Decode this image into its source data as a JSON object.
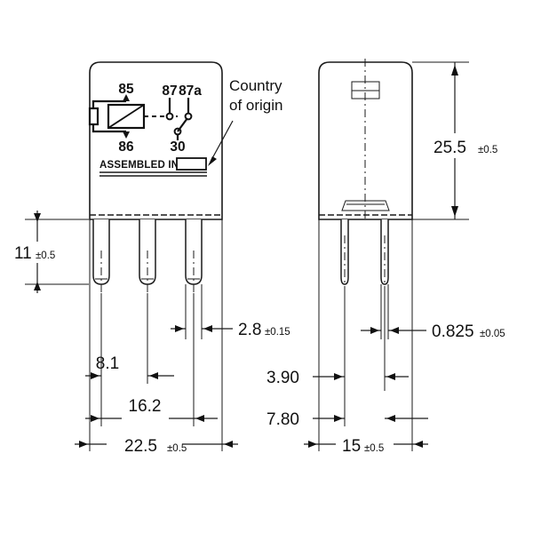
{
  "drawing": {
    "title": "Automotive micro relay outline dimension drawing",
    "background_color": "#ffffff",
    "line_color": "#1a1a1a",
    "units_note": "mm"
  },
  "annotations": {
    "country_of_origin_line1": "Country",
    "country_of_origin_line2": "of origin",
    "assembled_in": "ASSEMBLED IN"
  },
  "schematic": {
    "terminals": {
      "coil_top": "85",
      "coil_bottom": "86",
      "no_contact": "87",
      "nc_contact": "87a",
      "common": "30"
    }
  },
  "dimensions": {
    "front_view": {
      "pin_length": {
        "value": "11",
        "tolerance": "±0.5"
      },
      "pin_width": {
        "value": "2.8",
        "tolerance": "±0.15"
      },
      "pitch_inner": {
        "value": "8.1",
        "tolerance": ""
      },
      "pitch_outer": {
        "value": "16.2",
        "tolerance": ""
      },
      "body_width": {
        "value": "22.5",
        "tolerance": "±0.5"
      }
    },
    "side_view": {
      "body_height": {
        "value": "25.5",
        "tolerance": "±0.5"
      },
      "pin_thickness": {
        "value": "0.825",
        "tolerance": "±0.05"
      },
      "offset_near": {
        "value": "3.90",
        "tolerance": ""
      },
      "offset_far": {
        "value": "7.80",
        "tolerance": ""
      },
      "body_depth": {
        "value": "15",
        "tolerance": "±0.5"
      }
    }
  }
}
